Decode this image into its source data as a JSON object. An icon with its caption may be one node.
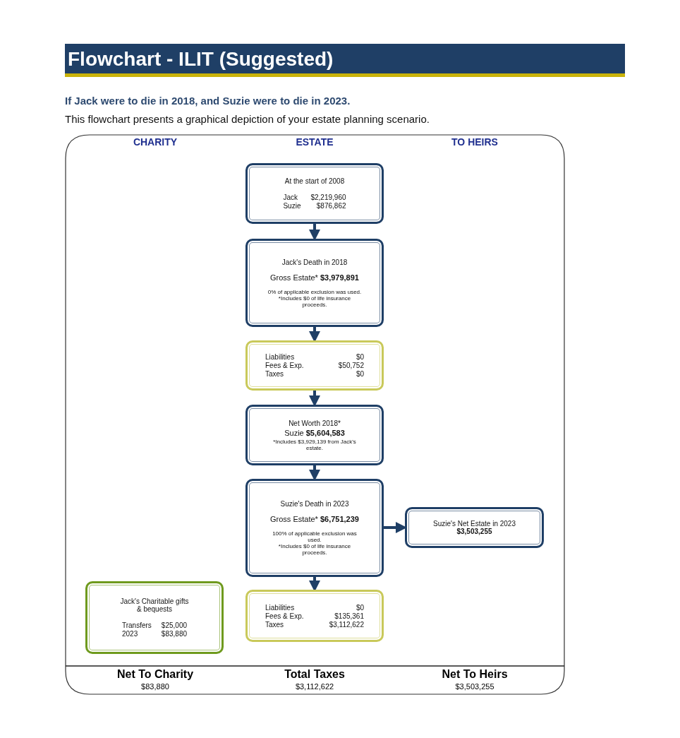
{
  "diagram": {
    "title": "Flowchart - ILIT (Suggested)",
    "nodes": [
      {
        "text": [
          "At the start of 2008",
          "Jack",
          "$2,219,960",
          "Suzie",
          "$876,862"
        ]
      },
      {
        "text": [
          "Jack's  Death in 2018",
          "Gross Estate*  **$3,979,891**",
          "0% of applicable exclusion was used.",
          "*Includes  $0  of life insurance proceeds."
        ]
      },
      {
        "text": [
          "Liabilities",
          "$0",
          "Fees & Exp.",
          "$50,752",
          "Taxes",
          "$0"
        ]
      },
      {
        "text": [
          "Net Worth 2018*",
          "Suzie    **$5,604,583**",
          "*Includes  $3,929,139  from Jack's estate."
        ]
      },
      {
        "text": [
          "Suzie's  Death in 2023",
          "Gross Estate*  **$6,751,239**",
          "100% of applicable exclusion was used.",
          "*Includes  $0  of life insurance proceeds."
        ]
      },
      {
        "text": [
          "Suzie's Net Estate in 2023",
          "$3,503,255"
        ]
      },
      {
        "text": [
          "Liabilities",
          "$0",
          "Fees & Exp.",
          "$135,361",
          "Taxes",
          "$3,112,622"
        ]
      },
      {
        "text": [
          "Jack's Charitable gifts & bequests",
          "Transfers",
          "$25,000",
          "2023",
          "$83,880"
        ]
      }
    ],
    "edges": [
      {
        "from": 0,
        "to": 1,
        "arrow": "to"
      },
      {
        "from": 1,
        "to": 2,
        "arrow": "to"
      },
      {
        "from": 2,
        "to": 3,
        "arrow": "to"
      },
      {
        "from": 3,
        "to": 4,
        "arrow": "to"
      },
      {
        "from": 4,
        "to": 5,
        "arrow": "to"
      },
      {
        "from": 4,
        "to": 6,
        "arrow": "to"
      }
    ],
    "labels": [
      "If Jack were to die in 2018, and Suzie were to die in 2023.",
      "This flowchart presents a graphical depiction of your estate planning scenario.",
      "CHARITY",
      "ESTATE",
      "TO HEIRS",
      "Net To Charity",
      "$83,880",
      "Total Taxes",
      "$3,112,622",
      "Net To Heirs",
      "$3,503,255"
    ]
  }
}
